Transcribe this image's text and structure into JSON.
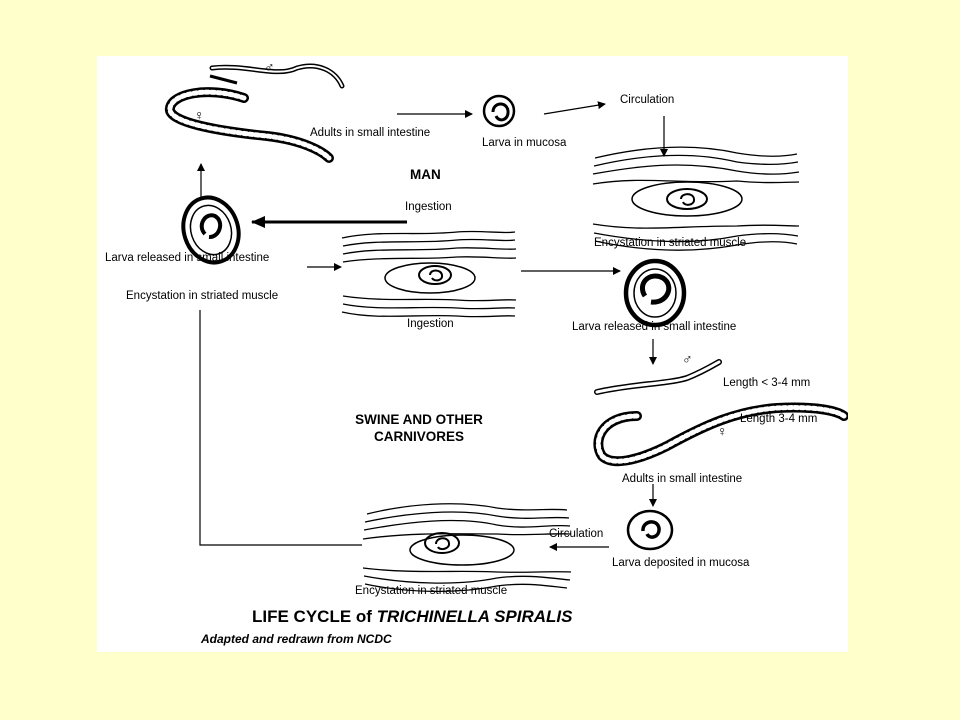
{
  "labels": {
    "adults_man": "Adults in small intestine",
    "larva_mucosa": "Larva in mucosa",
    "circulation_top": "Circulation",
    "encyst_man": "Encystation in striated muscle",
    "larva_released_man": "Larva released in small intestine",
    "ingestion_top": "Ingestion",
    "encyst_left": "Encystation in striated muscle",
    "ingestion_mid": "Ingestion",
    "larva_released_swine": "Larva released in small intestine",
    "length_male": "Length < 3-4 mm",
    "length_female": "Length  3-4 mm",
    "adults_swine": "Adults in small intestine",
    "circulation_bottom": "Circulation",
    "larva_deposited": "Larva deposited in mucosa",
    "encyst_swine": "Encystation in striated muscle"
  },
  "hosts": {
    "man": "MAN",
    "swine_line1": "SWINE AND OTHER",
    "swine_line2": "CARNIVORES"
  },
  "symbols": {
    "male": "♂",
    "female": "♀"
  },
  "title": {
    "prefix": "LIFE CYCLE of ",
    "species": "TRICHINELLA SPIRALIS",
    "credit": "Adapted and redrawn from NCDC"
  },
  "colors": {
    "background": "#ffffcc",
    "panel": "#ffffff",
    "ink": "#000000"
  }
}
